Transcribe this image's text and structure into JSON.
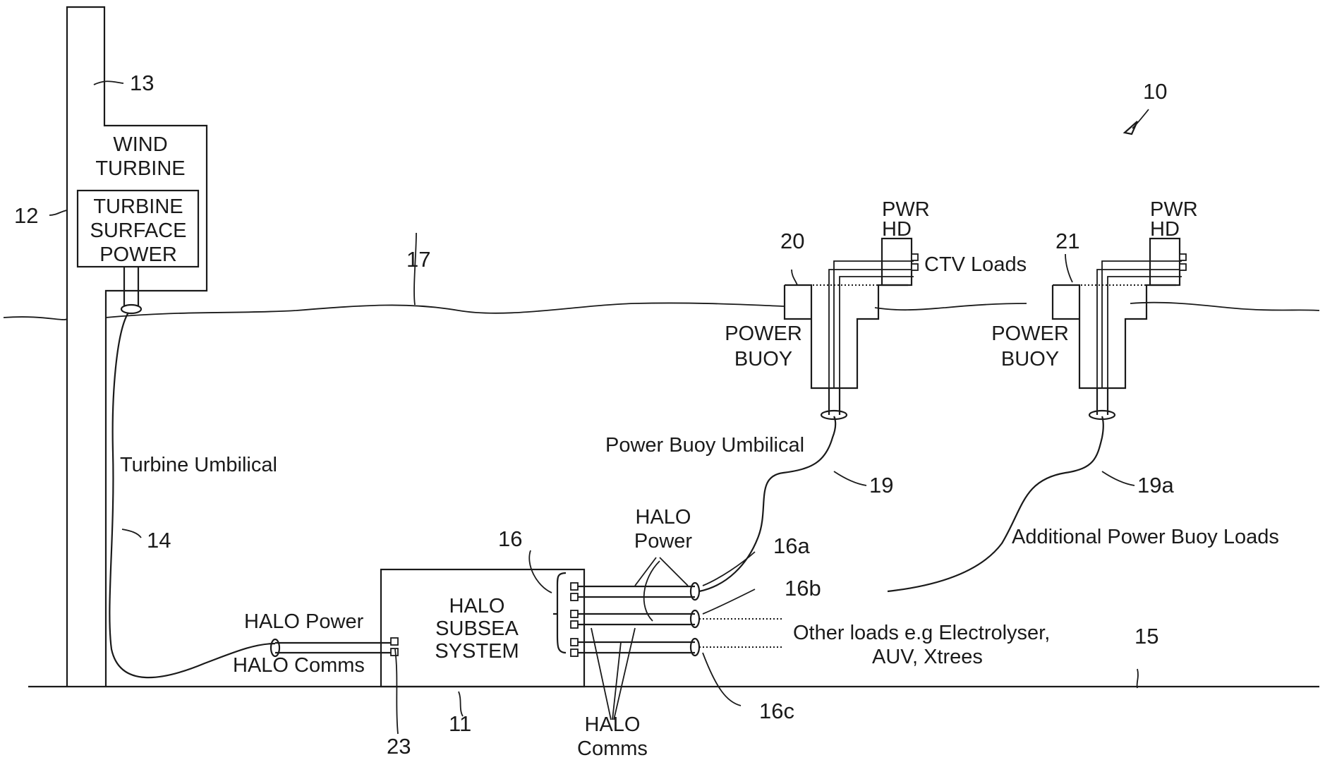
{
  "labels": {
    "wind_turbine_1": "WIND",
    "wind_turbine_2": "TURBINE",
    "turbine_surface_1": "TURBINE",
    "turbine_surface_2": "SURFACE",
    "turbine_surface_3": "POWER",
    "turbine_umbilical": "Turbine Umbilical",
    "power_buoy_umbilical": "Power Buoy Umbilical",
    "power_buoy_a_1": "POWER",
    "power_buoy_a_2": "BUOY",
    "power_buoy_b_1": "POWER",
    "power_buoy_b_2": "BUOY",
    "pwr_hd_a_1": "PWR",
    "pwr_hd_a_2": "HD",
    "pwr_hd_b_1": "PWR",
    "pwr_hd_b_2": "HD",
    "ctv_loads": "CTV Loads",
    "halo_subsea_1": "HALO",
    "halo_subsea_2": "SUBSEA",
    "halo_subsea_3": "SYSTEM",
    "halo_power_left": "HALO Power",
    "halo_comms_left": "HALO Comms",
    "halo_power_top_1": "HALO",
    "halo_power_top_2": "Power",
    "halo_comms_bottom_1": "HALO",
    "halo_comms_bottom_2": "Comms",
    "other_loads_1": "Other loads e.g Electrolyser,",
    "other_loads_2": "AUV, Xtrees",
    "additional_loads": "Additional Power Buoy Loads"
  },
  "refs": {
    "r10": "10",
    "r11": "11",
    "r12": "12",
    "r13": "13",
    "r14": "14",
    "r15": "15",
    "r16": "16",
    "r16a": "16a",
    "r16b": "16b",
    "r16c": "16c",
    "r17": "17",
    "r19": "19",
    "r19a": "19a",
    "r20": "20",
    "r21": "21",
    "r23": "23"
  }
}
